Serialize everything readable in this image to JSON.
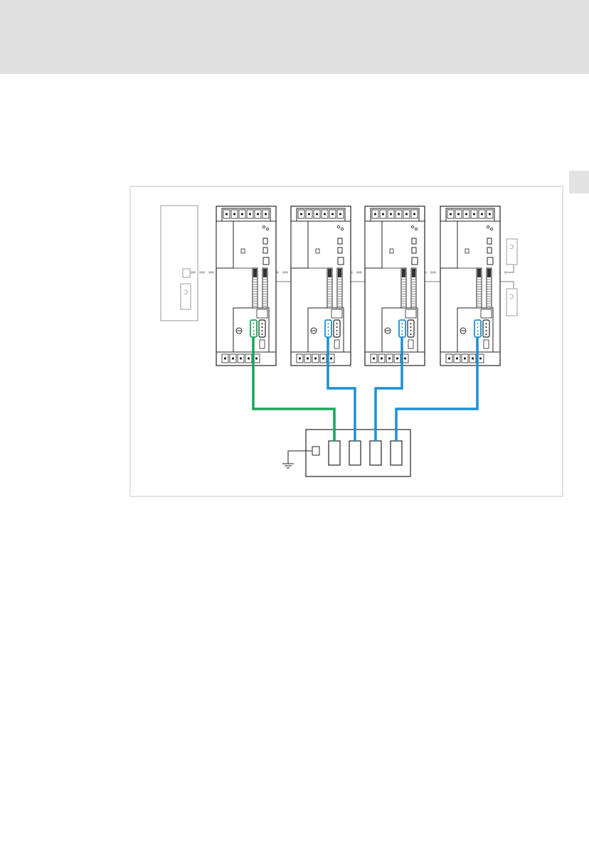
{
  "page": {
    "header_band_text": "",
    "side_tab_text": ""
  },
  "diagram": {
    "controllers": [
      {
        "id": "controller-1",
        "cable": "green"
      },
      {
        "id": "controller-2",
        "cable": "blue"
      },
      {
        "id": "controller-3",
        "cable": "blue"
      },
      {
        "id": "controller-4",
        "cable": "blue"
      }
    ],
    "hub_ports": 4,
    "colors": {
      "green_cable": "#1aa55a",
      "blue_cable": "#1e8fd2",
      "bus_line": "#bdbdbd",
      "device_outline": "#222222",
      "ghost_device": "#9a9a9a",
      "header_band": "#e0e0e0",
      "frame": "#e3e3e3"
    },
    "icons": [
      "ground-icon",
      "sub-d-connector-icon",
      "terminal-block-icon"
    ]
  }
}
